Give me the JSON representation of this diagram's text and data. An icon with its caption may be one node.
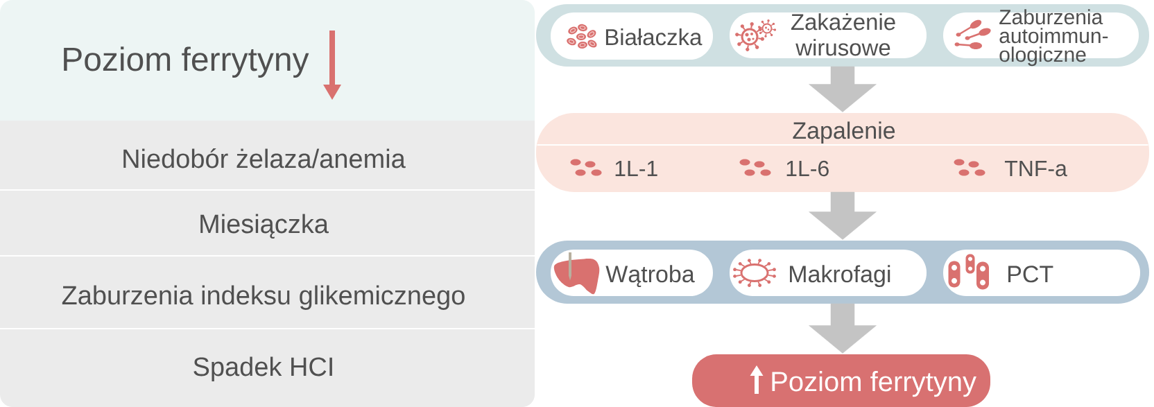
{
  "diagram": {
    "nodes": [
      {
        "text": [
          "Poziom ferrytyny"
        ]
      },
      {
        "text": [
          "Niedobór żelaza/anemia"
        ]
      },
      {
        "text": [
          "Miesiączka"
        ]
      },
      {
        "text": [
          "Zaburzenia indeksu glikemicznego"
        ]
      },
      {
        "text": [
          "Spadek HCI"
        ]
      },
      {
        "text": [],
        "shape": "band"
      },
      {
        "text": [
          "Białaczka"
        ],
        "in": 5
      },
      {
        "text": [
          "Zakażenie wirusowe"
        ],
        "in": 5
      },
      {
        "text": [
          "Zaburzenia autoimmun- ologiczne"
        ],
        "in": 5
      },
      {
        "text": [
          "Zapalenie",
          "1L-1",
          "1L-6",
          "TNF-a"
        ]
      },
      {
        "text": [],
        "shape": "band"
      },
      {
        "text": [
          "Wątroba"
        ],
        "in": 10
      },
      {
        "text": [
          "Makrofagi"
        ],
        "in": 10
      },
      {
        "text": [
          "PCT"
        ],
        "in": 10
      },
      {
        "text": [
          "Poziom ferrytyny"
        ]
      }
    ],
    "edges": [
      {
        "from": 5,
        "to": 9,
        "arrow": "to"
      },
      {
        "from": 9,
        "to": 10,
        "arrow": "to"
      },
      {
        "from": 10,
        "to": 14,
        "arrow": "to"
      }
    ]
  }
}
